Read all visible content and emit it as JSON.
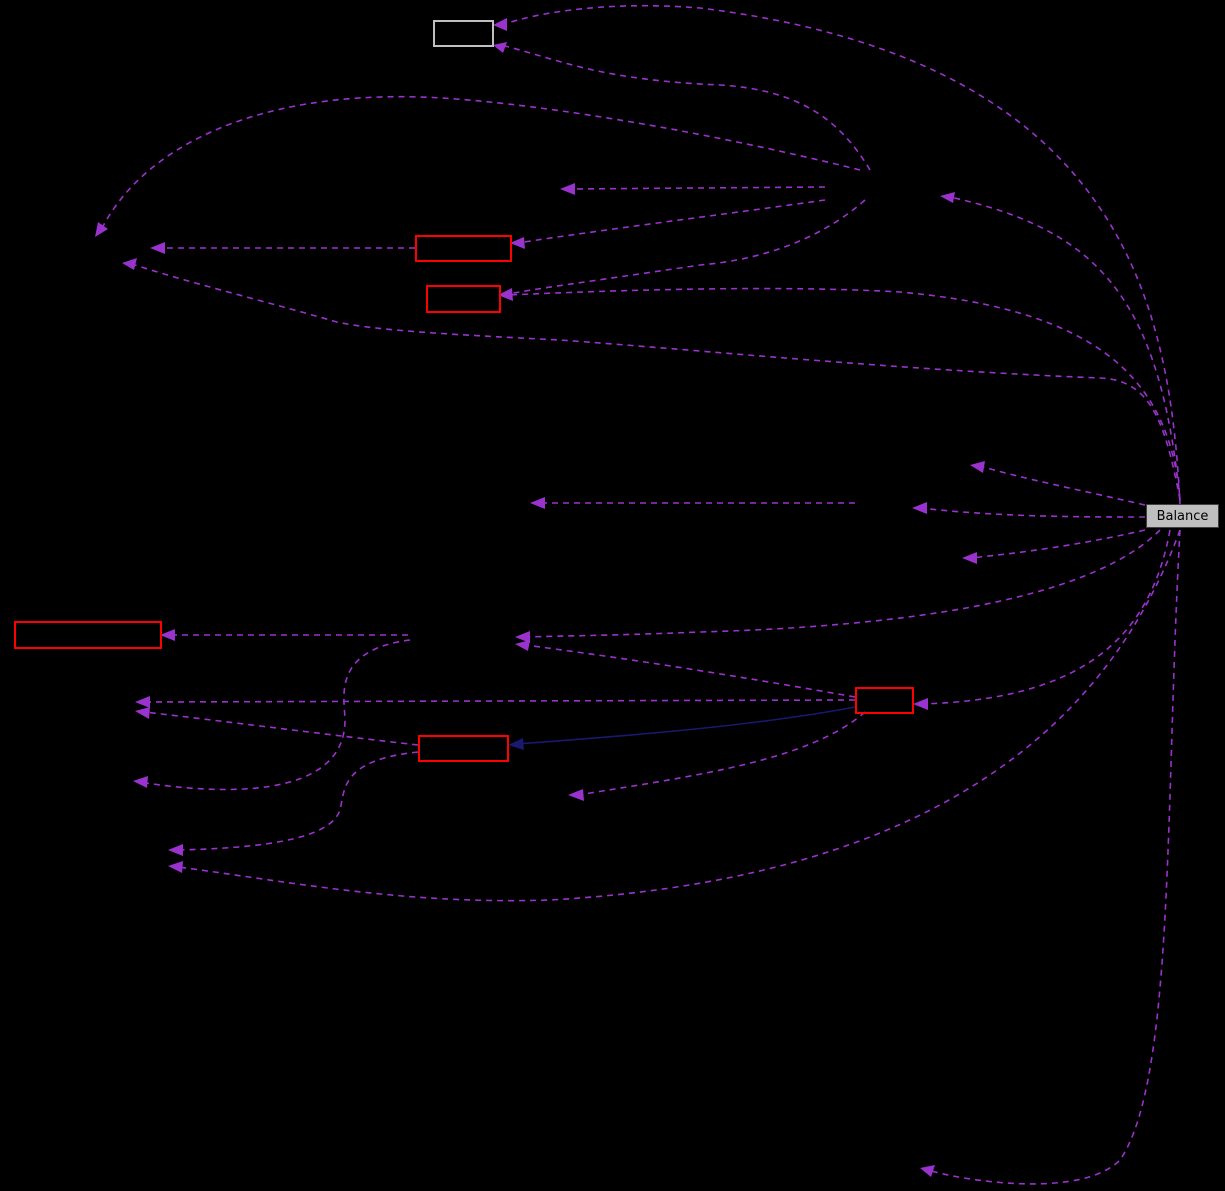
{
  "graph": {
    "type": "collaboration-graph",
    "background": "#000000",
    "edge_color": "#9a32cd",
    "solid_edge_color": "#191970",
    "focus_node": {
      "label": "Balance",
      "fill": "#bfbfbf"
    },
    "nodes": [
      {
        "id": "n-grey-top",
        "label": "",
        "border": "#bfbfbf"
      },
      {
        "id": "n-red-1",
        "label": "",
        "border": "#ff0000"
      },
      {
        "id": "n-red-2",
        "label": "",
        "border": "#ff0000"
      },
      {
        "id": "n-red-3",
        "label": "",
        "border": "#ff0000"
      },
      {
        "id": "n-red-4",
        "label": "",
        "border": "#ff0000"
      },
      {
        "id": "n-red-5",
        "label": "",
        "border": "#ff0000"
      }
    ]
  }
}
